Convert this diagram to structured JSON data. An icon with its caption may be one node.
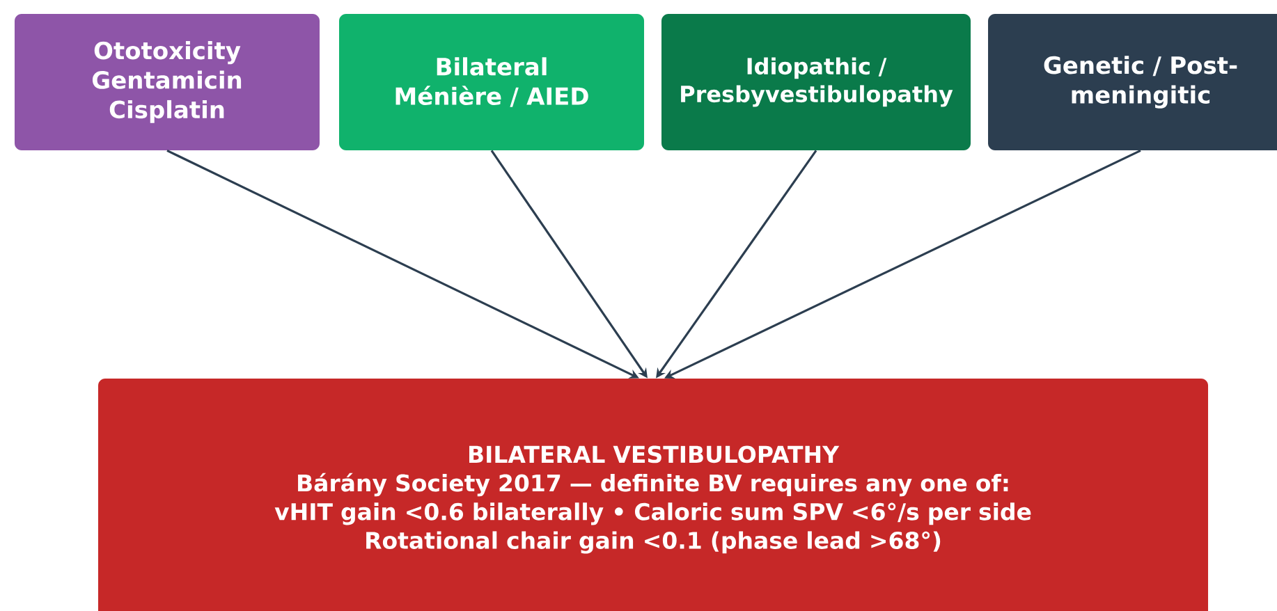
{
  "diagram": {
    "nodes": [
      {
        "text": [
          "Ototoxicity Gentamicin Cisplatin"
        ]
      },
      {
        "text": [
          "Bilateral Ménière / AIED"
        ]
      },
      {
        "text": [
          "Idiopathic / Presbyvestibulopathy"
        ]
      },
      {
        "text": [
          "Genetic / Post-meningitic"
        ]
      },
      {
        "text": [
          "BILATERAL VESTIBULOPATHY",
          "Bárány Society 2017 — definite BV requires any one of:",
          "vHIT gain <0.6 bilaterally    •    Caloric sum SPV <6°/s per side",
          "Rotational chair gain <0.1 (phase lead >68°)"
        ]
      }
    ],
    "edges": [
      {
        "from": 0,
        "to": 4,
        "arrow": "to"
      },
      {
        "from": 1,
        "to": 4,
        "arrow": "to"
      },
      {
        "from": 2,
        "to": 4,
        "arrow": "to"
      },
      {
        "from": 3,
        "to": 4,
        "arrow": "to"
      }
    ]
  }
}
